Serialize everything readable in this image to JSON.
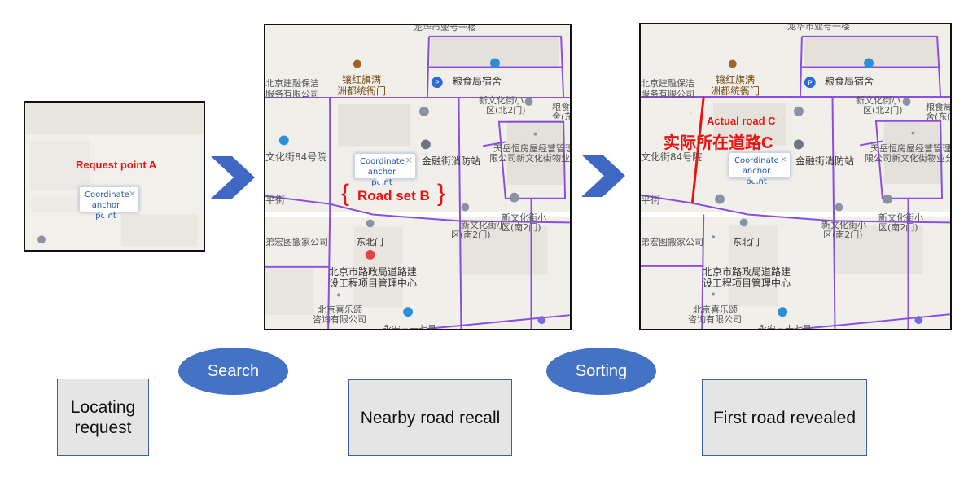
{
  "panels": {
    "request": {
      "request_label": "Request point A",
      "callout_line1": "Coordinate",
      "callout_line2": "anchor point",
      "close_glyph": "×"
    },
    "nearby": {
      "road_set_label": "Road set B",
      "callout_line1": "Coordinate",
      "callout_line2": "anchor point",
      "close_glyph": "×"
    },
    "first": {
      "actual_road_label": "Actual road C",
      "actual_road_cn": "实际所在道路C",
      "callout_line1": "Coordinate",
      "callout_line2": "anchor point",
      "close_glyph": "×"
    }
  },
  "map_labels": {
    "top_cut": "龙华市亚号一楼",
    "xianghongqi_1": "镶红旗满",
    "xianghongqi_2": "洲都统衙门",
    "jianrong_1": "北京建融保洁",
    "jianrong_2": "服务有限公司",
    "liangshiju": "粮食局宿舍",
    "xinwenhua_north_1": "新文化街小",
    "xinwenhua_north_2": "区(北2门)",
    "liangshi_r1": "粮食局宿",
    "liangshi_r2": "舍(东门)",
    "wenhua84": "文化街84号院",
    "jinrong": "金融街消防站",
    "tianyue_1": "天岳恒房屋经营管理有",
    "tianyue_2": "限公司新文化街物业分",
    "ping_jie": "平街",
    "xinwenhua_south_1": "新文化街小",
    "xinwenhua_south_2": "区(南2门)",
    "xinwenhua_south_r1": "新文化街小",
    "xinwenhua_south_r2": "区(南2门)",
    "hongtu": "弟宏图搬家公司",
    "dongbeimen": "东北门",
    "luzheng_1": "北京市路政局道路建",
    "luzheng_2": "设工程项目管理中心",
    "xile_1": "北京喜乐颂",
    "xile_2": "咨询有限公司",
    "yongan": "永安三十七号"
  },
  "steps": {
    "locating": "Locating request",
    "nearby": "Nearby road recall",
    "first": "First road revealed"
  },
  "actions": {
    "search": "Search",
    "sorting": "Sorting"
  },
  "colors": {
    "road_purple": "#8a4fe0",
    "highlight_red": "#ee1111",
    "arrow_blue": "#3f67c4",
    "ellipse_blue": "#4472c4",
    "callout_text": "#2255aa"
  }
}
